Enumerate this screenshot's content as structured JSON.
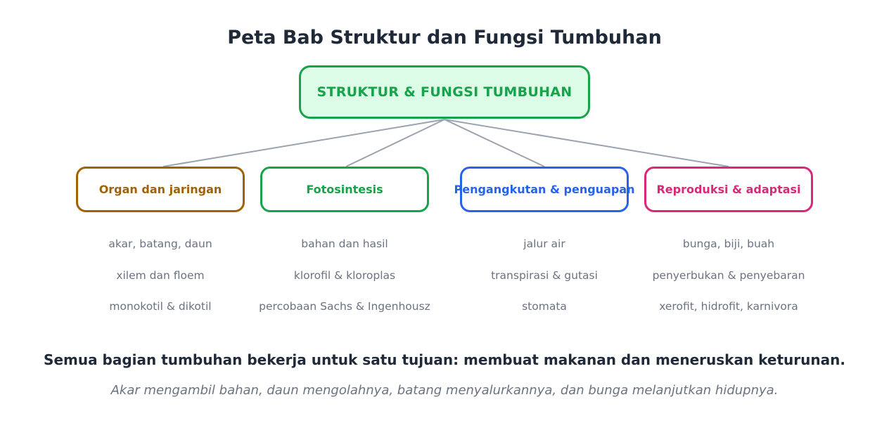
{
  "title": "Peta Bab Struktur dan Fungsi Tumbuhan",
  "root": {
    "label": "STRUKTUR & FUNGSI TUMBUHAN",
    "color": "#16a34a",
    "fill": "#dcfce7"
  },
  "branches": [
    {
      "label": "Organ dan jaringan",
      "color": "#a16207",
      "items": [
        "akar, batang, daun",
        "xilem dan floem",
        "monokotil & dikotil"
      ]
    },
    {
      "label": "Fotosintesis",
      "color": "#16a34a",
      "items": [
        "bahan dan hasil",
        "klorofil & kloroplas",
        "percobaan Sachs & Ingenhousz"
      ]
    },
    {
      "label": "Pengangkutan & penguapan",
      "color": "#2563eb",
      "items": [
        "jalur air",
        "transpirasi & gutasi",
        "stomata"
      ]
    },
    {
      "label": "Reproduksi & adaptasi",
      "color": "#db2777",
      "items": [
        "bunga, biji, buah",
        "penyerbukan & penyebaran",
        "xerofit, hidrofit, karnivora"
      ]
    }
  ],
  "connector_color": "#9ca3af",
  "summary": "Semua bagian tumbuhan bekerja untuk satu tujuan: membuat makanan dan meneruskan keturunan.",
  "subsummary": "Akar mengambil bahan, daun mengolahnya, batang menyalurkannya, dan bunga melanjutkan hidupnya."
}
